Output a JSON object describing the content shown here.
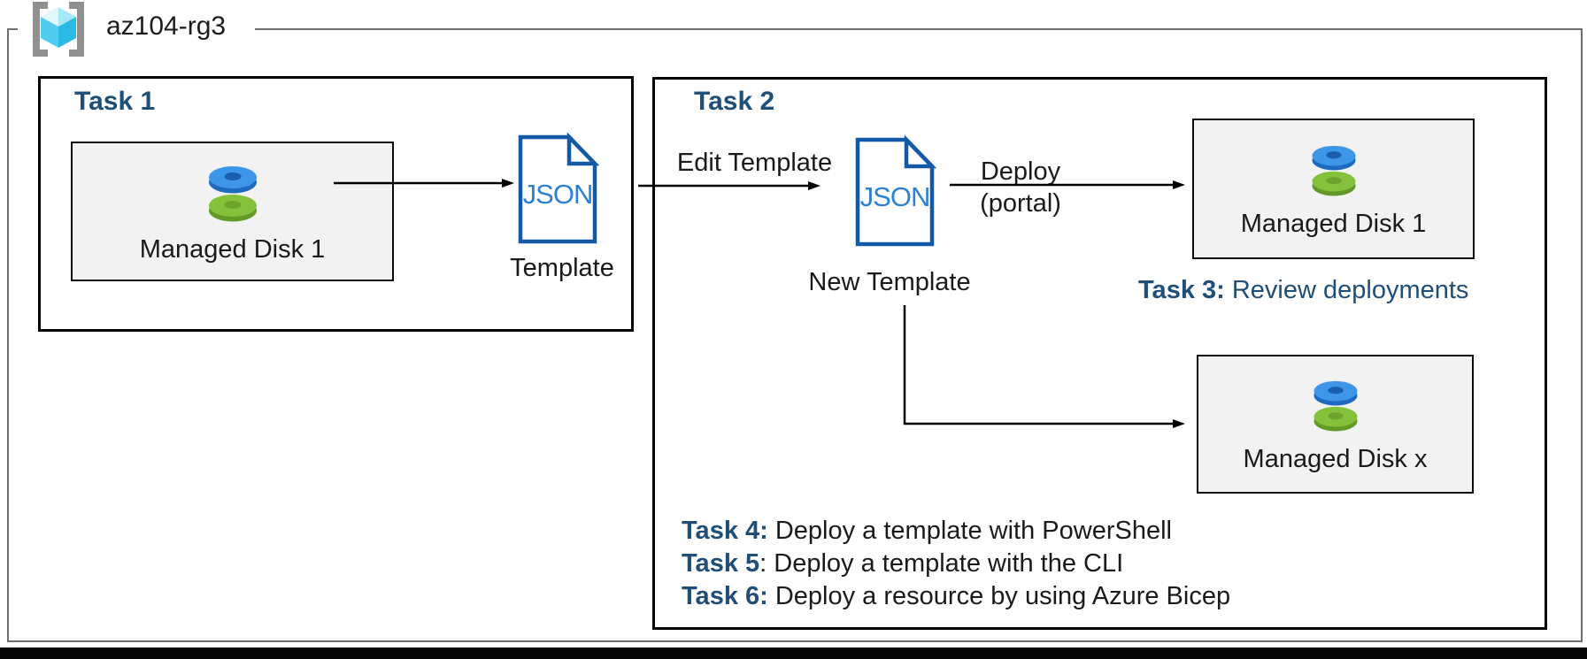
{
  "resource_group": {
    "name": "az104-rg3"
  },
  "task1": {
    "title": "Task 1",
    "disk_label": "Managed Disk 1",
    "json_file_text": "JSON",
    "template_caption": "Template"
  },
  "task2": {
    "title": "Task 2",
    "edit_template_label": "Edit Template",
    "json_file_text": "JSON",
    "new_template_caption": "New Template",
    "deploy_label": "Deploy",
    "deploy_sublabel": "(portal)",
    "managed_disk_1_label": "Managed Disk 1",
    "managed_disk_x_label": "Managed Disk x"
  },
  "task_notes": {
    "task3": {
      "label": "Task 3:",
      "text": " Review deployments"
    },
    "task4": {
      "label": "Task 4:",
      "text": " Deploy a template with PowerShell"
    },
    "task5": {
      "label": "Task 5",
      "text": ": Deploy a template with the CLI"
    },
    "task6": {
      "label": "Task 6:",
      "text": " Deploy a resource by using Azure Bicep"
    }
  },
  "colors": {
    "heading_blue": "#1F4E79",
    "json_outline_blue": "#1259A8",
    "json_text_blue": "#2E81D2",
    "node_fill_gray": "#F2F2F2",
    "outer_border_gray": "#6E6E6E",
    "disk_blue": "#3E96E8",
    "disk_green": "#85C23C"
  }
}
